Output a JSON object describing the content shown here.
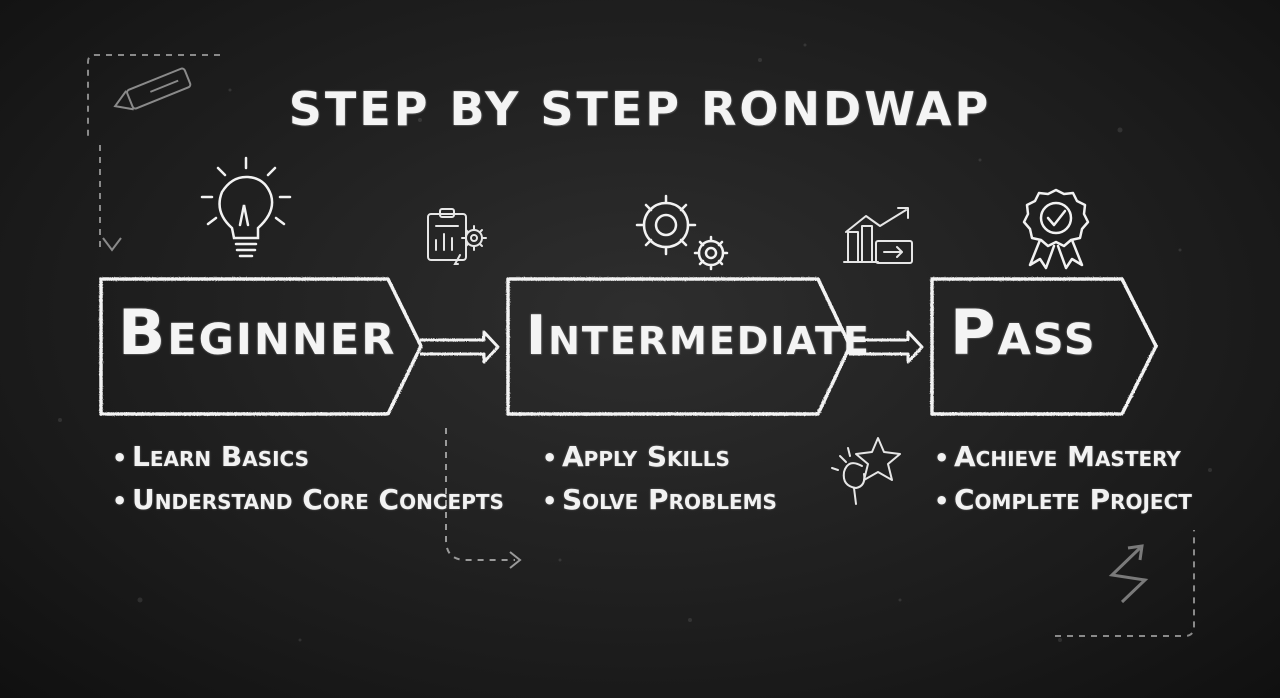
{
  "title": "Step by Step Rondwap",
  "stages": [
    {
      "label": "Beginner",
      "icon": "lightbulb-icon",
      "bullets": [
        "Learn Basics",
        "Understand Core Concepts"
      ]
    },
    {
      "label": "Intermediate",
      "icon": "gears-icon",
      "bullets": [
        "Apply Skills",
        "Solve Problems"
      ]
    },
    {
      "label": "Pass",
      "icon": "award-badge-icon",
      "bullets": [
        "Achieve Mastery",
        "Complete Project"
      ]
    }
  ],
  "connector_icons": [
    "clipboard-chart-gear-icon",
    "growth-chart-icon",
    "star-icon"
  ],
  "colors": {
    "board": "#242424",
    "chalk": "#f2f2f2",
    "chalk_dim": "#9a9a9a"
  }
}
